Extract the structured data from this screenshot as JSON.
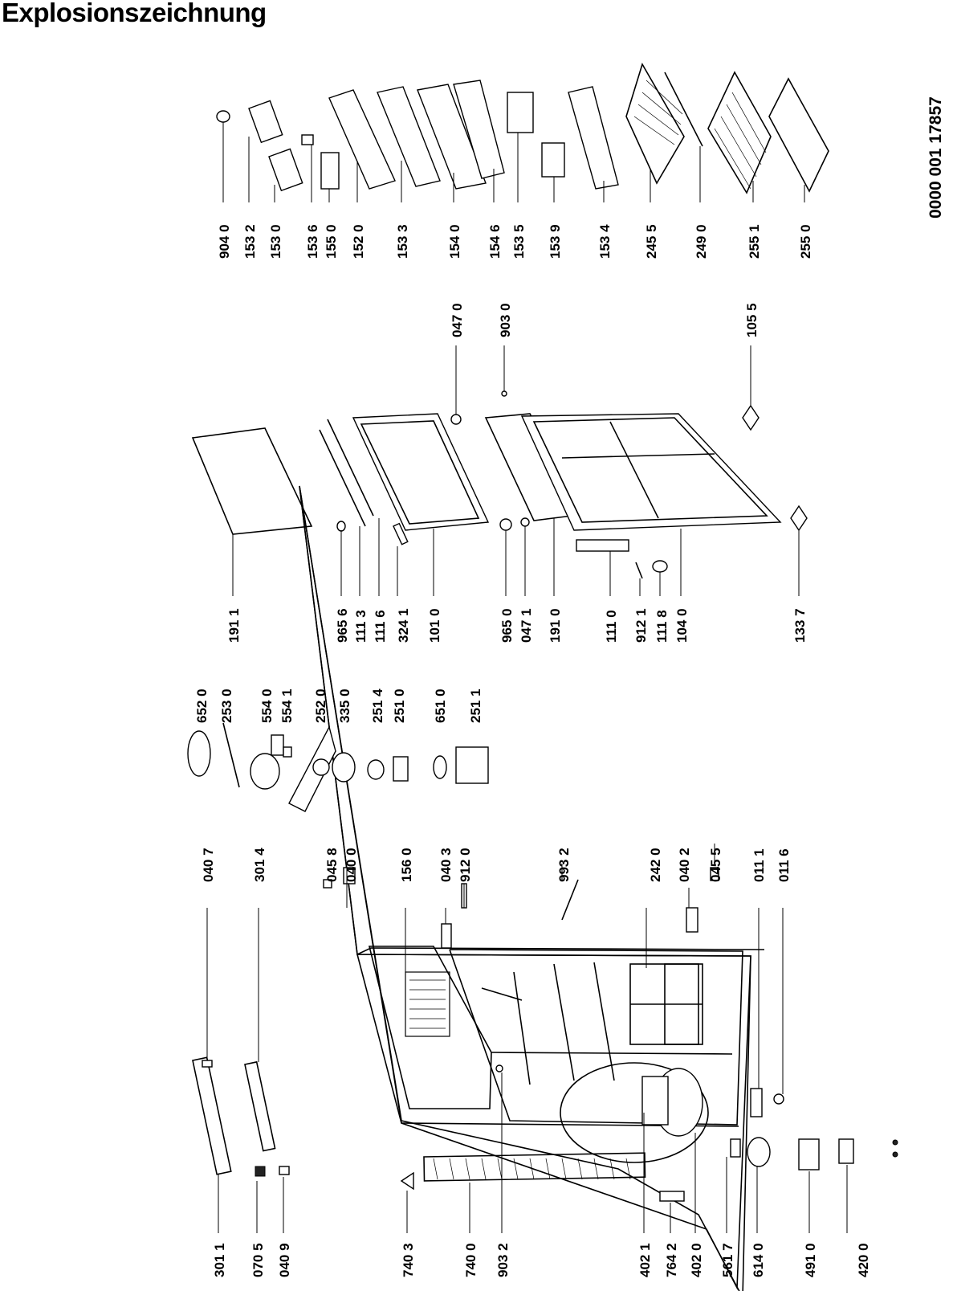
{
  "page": {
    "title": "Explosionszeichnung"
  },
  "document_number": "0000 001 17857",
  "parts": [
    {
      "id": "p3011",
      "label": "301 1"
    },
    {
      "id": "p0705",
      "label": "070 5"
    },
    {
      "id": "p0409",
      "label": "040 9"
    },
    {
      "id": "p7403",
      "label": "740 3"
    },
    {
      "id": "p7400",
      "label": "740 0"
    },
    {
      "id": "p9032",
      "label": "903 2"
    },
    {
      "id": "p4021",
      "label": "402 1"
    },
    {
      "id": "p7642",
      "label": "764 2"
    },
    {
      "id": "p4020",
      "label": "402 0"
    },
    {
      "id": "p5617",
      "label": "561 7"
    },
    {
      "id": "p6140",
      "label": "614 0"
    },
    {
      "id": "p4910",
      "label": "491 0"
    },
    {
      "id": "p4200",
      "label": "420 0"
    },
    {
      "id": "p0407",
      "label": "040 7"
    },
    {
      "id": "p3014",
      "label": "301 4"
    },
    {
      "id": "p0458",
      "label": "045 8"
    },
    {
      "id": "p0400",
      "label": "040 0"
    },
    {
      "id": "p1560",
      "label": "156 0"
    },
    {
      "id": "p0403",
      "label": "040 3"
    },
    {
      "id": "p9120",
      "label": "912 0"
    },
    {
      "id": "p9932",
      "label": "993 2"
    },
    {
      "id": "p2420",
      "label": "242 0"
    },
    {
      "id": "p0402",
      "label": "040 2"
    },
    {
      "id": "p0455",
      "label": "045 5"
    },
    {
      "id": "p0111",
      "label": "011 1"
    },
    {
      "id": "p0116",
      "label": "011 6"
    },
    {
      "id": "p6520",
      "label": "652 0"
    },
    {
      "id": "p2530",
      "label": "253 0"
    },
    {
      "id": "p5540",
      "label": "554 0"
    },
    {
      "id": "p5541",
      "label": "554 1"
    },
    {
      "id": "p2520",
      "label": "252 0"
    },
    {
      "id": "p3350",
      "label": "335 0"
    },
    {
      "id": "p2514",
      "label": "251 4"
    },
    {
      "id": "p2510",
      "label": "251 0"
    },
    {
      "id": "p6510",
      "label": "651 0"
    },
    {
      "id": "p2511",
      "label": "251 1"
    },
    {
      "id": "p1911",
      "label": "191 1"
    },
    {
      "id": "p9656",
      "label": "965 6"
    },
    {
      "id": "p1113",
      "label": "111 3"
    },
    {
      "id": "p1116",
      "label": "111 6"
    },
    {
      "id": "p3241",
      "label": "324 1"
    },
    {
      "id": "p1010",
      "label": "101 0"
    },
    {
      "id": "p9650",
      "label": "965 0"
    },
    {
      "id": "p0471",
      "label": "047 1"
    },
    {
      "id": "p1910",
      "label": "191 0"
    },
    {
      "id": "p1110",
      "label": "111 0"
    },
    {
      "id": "p9121",
      "label": "912 1"
    },
    {
      "id": "p1118",
      "label": "111 8"
    },
    {
      "id": "p1040",
      "label": "104 0"
    },
    {
      "id": "p1337",
      "label": "133 7"
    },
    {
      "id": "p0470",
      "label": "047 0"
    },
    {
      "id": "p9030",
      "label": "903 0"
    },
    {
      "id": "p1055",
      "label": "105 5"
    },
    {
      "id": "p9040",
      "label": "904 0"
    },
    {
      "id": "p1532",
      "label": "153 2"
    },
    {
      "id": "p1530",
      "label": "153 0"
    },
    {
      "id": "p1536",
      "label": "153 6"
    },
    {
      "id": "p1550",
      "label": "155 0"
    },
    {
      "id": "p1520",
      "label": "152 0"
    },
    {
      "id": "p1533",
      "label": "153 3"
    },
    {
      "id": "p1540",
      "label": "154 0"
    },
    {
      "id": "p1546",
      "label": "154 6"
    },
    {
      "id": "p1535",
      "label": "153 5"
    },
    {
      "id": "p1539",
      "label": "153 9"
    },
    {
      "id": "p1534",
      "label": "153 4"
    },
    {
      "id": "p2455",
      "label": "245 5"
    },
    {
      "id": "p2490",
      "label": "249 0"
    },
    {
      "id": "p2551",
      "label": "255 1"
    },
    {
      "id": "p2550",
      "label": "255 0"
    }
  ]
}
